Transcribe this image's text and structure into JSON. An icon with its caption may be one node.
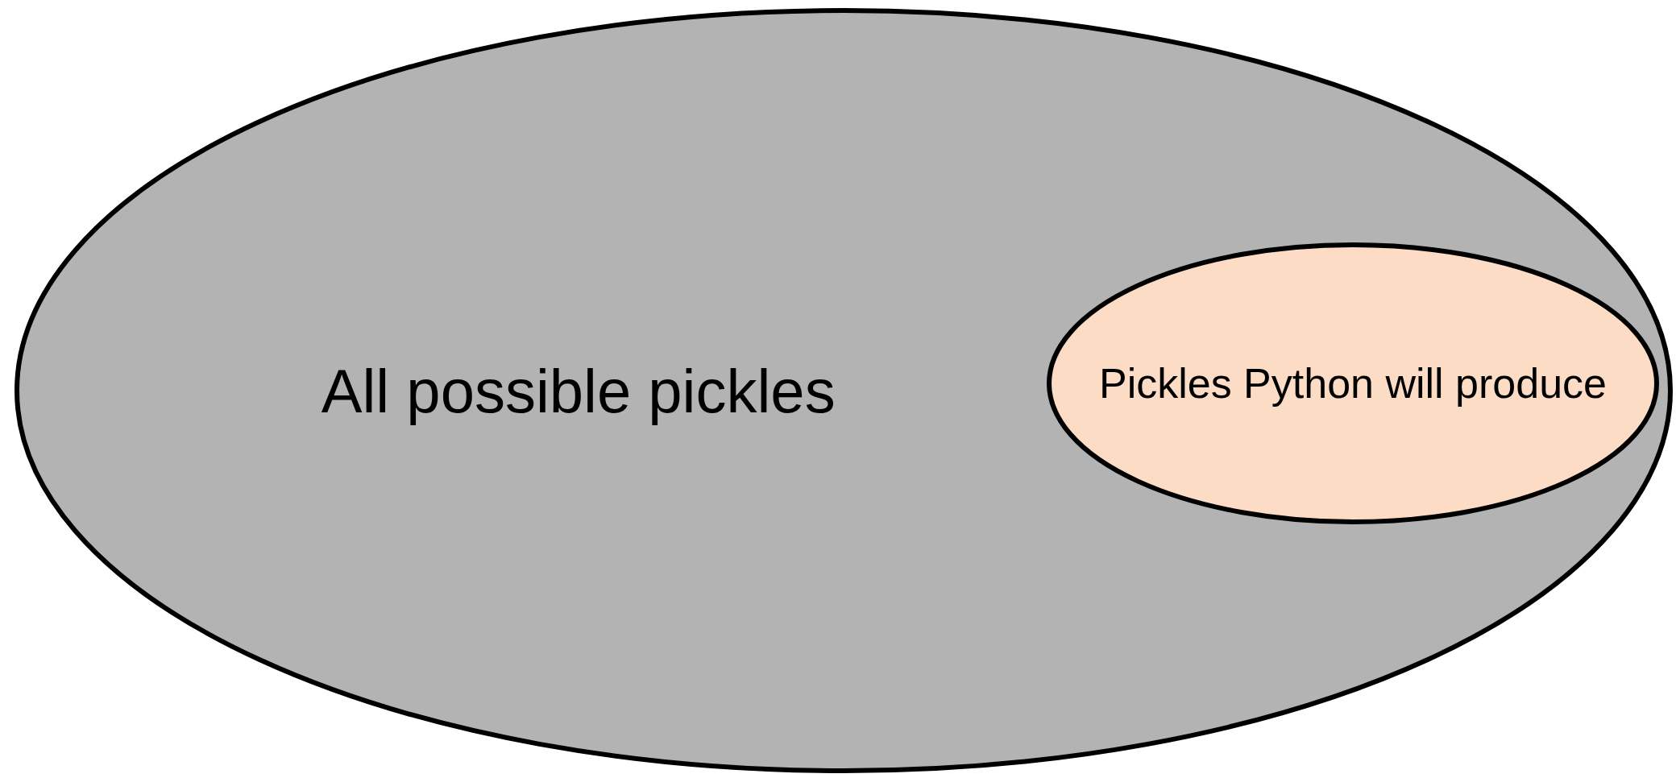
{
  "diagram": {
    "nodes": [
      {
        "text": [
          "All possible pickles"
        ]
      },
      {
        "text": [
          "Pickles Python will produce"
        ],
        "in": 0
      }
    ],
    "edges": []
  }
}
